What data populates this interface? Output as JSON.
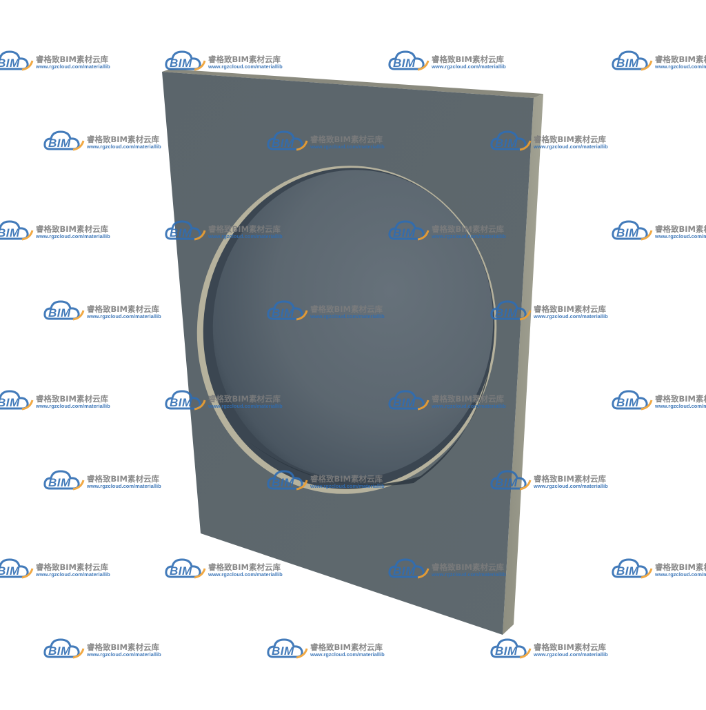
{
  "scene": {
    "subject": "panel-with-recessed-dish",
    "colors": {
      "background": "#ffffff",
      "panel_face": "#5d676c",
      "panel_edge": "#9a9a8a",
      "dish_inner": "#5f6a73",
      "dish_shadow": "#2e3943",
      "dish_rim": "#b9b5a0"
    }
  },
  "watermark": {
    "logo_text": "BIM",
    "brand": "睿格致BIM素材云库",
    "url": "www.rgzcloud.com/materiallib",
    "colors": {
      "logo": "#2f6db3",
      "accent": "#f0a030",
      "brand_text": "#7d7d7d"
    }
  }
}
